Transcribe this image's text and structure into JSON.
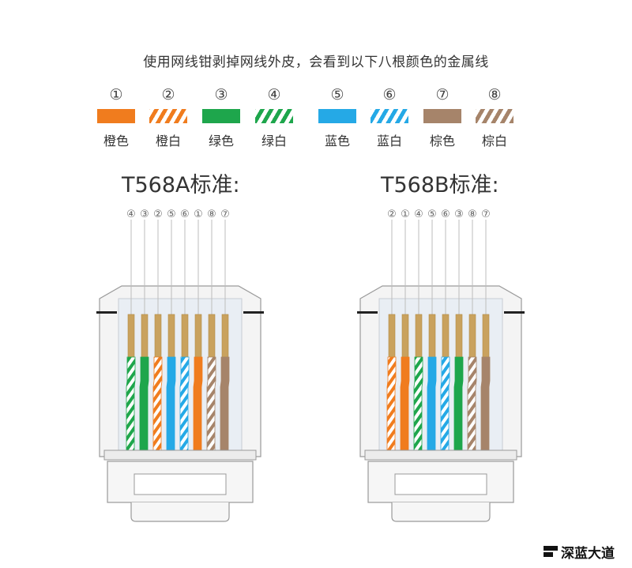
{
  "header": {
    "title": "使用网线钳剥掉网线外皮，会看到以下八根颜色的金属线"
  },
  "legend": [
    {
      "num": "①",
      "label": "橙色",
      "color": "#f07c1e",
      "striped": false
    },
    {
      "num": "②",
      "label": "橙白",
      "color": "#f07c1e",
      "striped": true
    },
    {
      "num": "③",
      "label": "绿色",
      "color": "#1ea64c",
      "striped": false
    },
    {
      "num": "④",
      "label": "绿白",
      "color": "#1ea64c",
      "striped": true
    },
    {
      "num": "⑤",
      "label": "蓝色",
      "color": "#25a9e6",
      "striped": false
    },
    {
      "num": "⑥",
      "label": "蓝白",
      "color": "#25a9e6",
      "striped": true
    },
    {
      "num": "⑦",
      "label": "棕色",
      "color": "#a6846a",
      "striped": false
    },
    {
      "num": "⑧",
      "label": "棕白",
      "color": "#a6846a",
      "striped": true
    }
  ],
  "standards": [
    {
      "title": "T568A标准:",
      "order": [
        "④",
        "③",
        "②",
        "⑤",
        "⑥",
        "①",
        "⑧",
        "⑦"
      ]
    },
    {
      "title": "T568B标准:",
      "order": [
        "②",
        "①",
        "④",
        "⑤",
        "⑥",
        "③",
        "⑧",
        "⑦"
      ]
    }
  ],
  "logo": {
    "text": "深蓝大道"
  },
  "colors": {
    "copper": "#c9a25e",
    "connector": "#d9d9d9",
    "connector_inner": "#e9eef4",
    "stroke": "#9a9a9a"
  }
}
